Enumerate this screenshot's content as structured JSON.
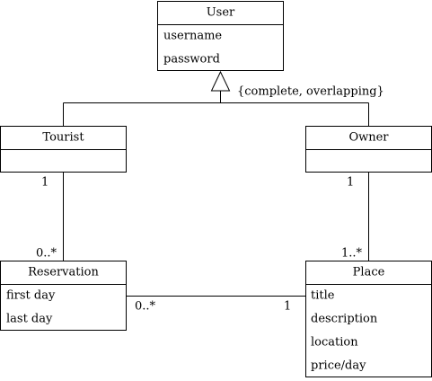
{
  "classes": {
    "user": {
      "name": "User",
      "attributes": [
        "username",
        "password"
      ]
    },
    "tourist": {
      "name": "Tourist",
      "attributes": []
    },
    "owner": {
      "name": "Owner",
      "attributes": []
    },
    "reservation": {
      "name": "Reservation",
      "attributes": [
        "first day",
        "last day"
      ]
    },
    "place": {
      "name": "Place",
      "attributes": [
        "title",
        "description",
        "location",
        "price/day"
      ]
    }
  },
  "generalization": {
    "constraint": "{complete, overlapping}"
  },
  "associations": {
    "tourist_reservation": {
      "tourist_end": "1",
      "reservation_end": "0..*"
    },
    "owner_place": {
      "owner_end": "1",
      "place_end": "1..*"
    },
    "reservation_place": {
      "reservation_end": "0..*",
      "place_end": "1"
    }
  },
  "colors": {
    "stroke": "#000000",
    "fill": "#ffffff",
    "text": "#000000"
  }
}
